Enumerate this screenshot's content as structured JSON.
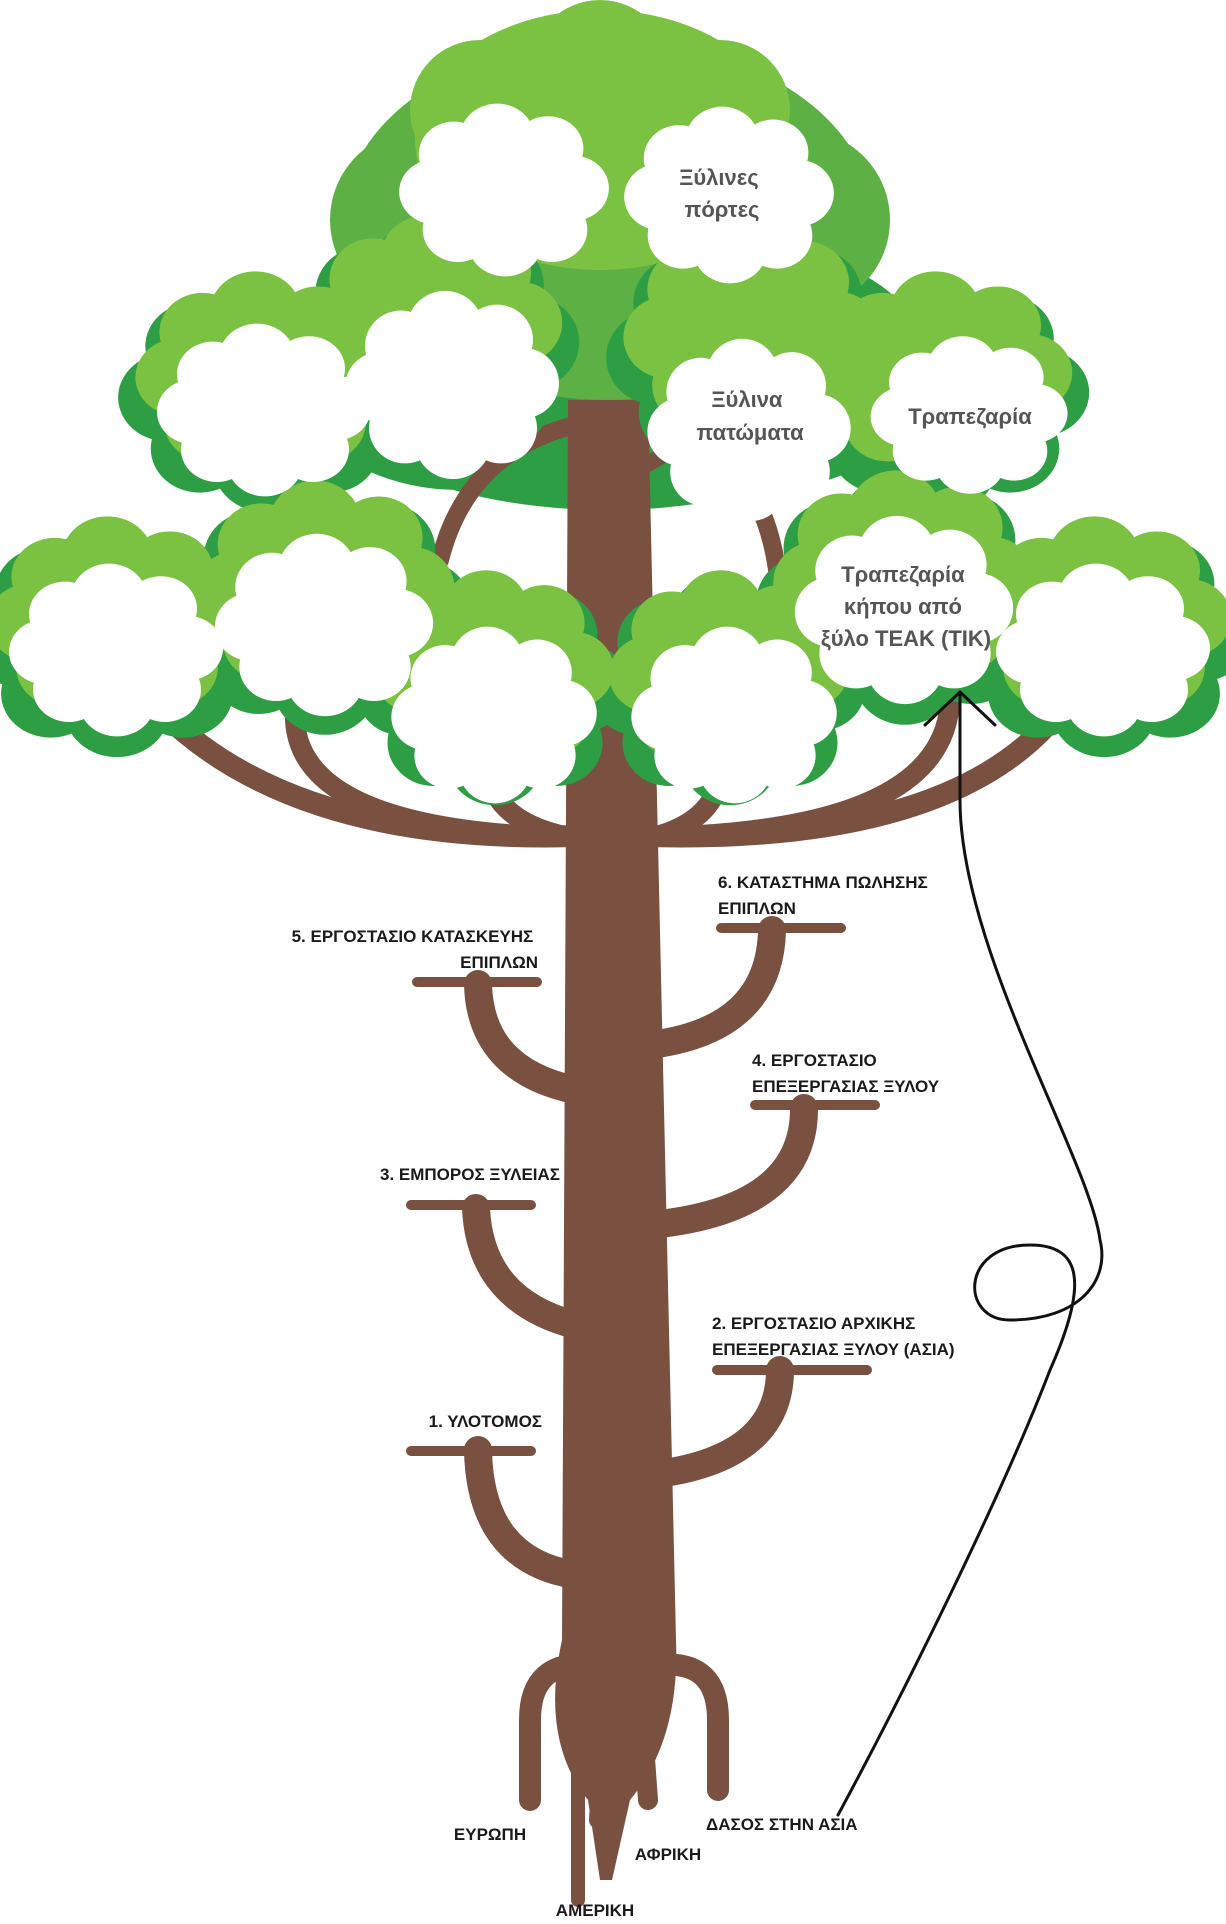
{
  "colors": {
    "trunk": "#7a5040",
    "crown_light": "#7cc242",
    "crown_mid": "#5cb044",
    "crown_dark": "#2e9e44",
    "cloud": "#ffffff",
    "arrow": "#111111"
  },
  "products": {
    "wooden_doors_line1": "Ξύλινες",
    "wooden_doors_line2": "πόρτες",
    "wooden_floors_line1": "Ξύλινα",
    "wooden_floors_line2": "πατώματα",
    "dining_table": "Τραπεζαρία",
    "garden_table_line1": "Τραπεζαρία",
    "garden_table_line2": "κήπου από",
    "garden_table_line3": "ξύλο TEAK (ΤΙΚ)"
  },
  "stages": {
    "s1": "1. ΥΛΟΤΟΜΟΣ",
    "s2_line1": "2. ΕΡΓΟΣΤΑΣΙΟ ΑΡΧΙΚΗΣ",
    "s2_line2": "ΕΠΕΞΕΡΓΑΣΙΑΣ ΞΥΛΟΥ (ΑΣΙΑ)",
    "s3": "3. ΕΜΠΟΡΟΣ ΞΥΛΕΙΑΣ",
    "s4_line1": "4. ΕΡΓΟΣΤΑΣΙΟ",
    "s4_line2": "ΕΠΕΞΕΡΓΑΣΙΑΣ ΞΥΛΟΥ",
    "s5_line1": "5. ΕΡΓΟΣΤΑΣΙΟ ΚΑΤΑΣΚΕΥΗΣ",
    "s5_line2": "ΕΠΙΠΛΩΝ",
    "s6_line1": "6. ΚΑΤΑΣΤΗΜΑ ΠΩΛΗΣΗΣ",
    "s6_line2": "ΕΠΙΠΛΩΝ"
  },
  "roots": {
    "europe": "ΕΥΡΩΠΗ",
    "america": "ΑΜΕΡΙΚΗ",
    "africa": "ΑΦΡΙΚΗ",
    "asia_forest": "ΔΑΣΟΣ ΣΤΗΝ ΑΣΙΑ"
  }
}
